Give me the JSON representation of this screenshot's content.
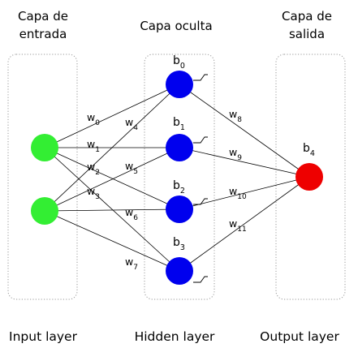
{
  "layers": {
    "input": {
      "title_line1": "Capa de",
      "title_line2": "entrada",
      "label": "Input layer"
    },
    "hidden": {
      "title": "Capa oculta",
      "label": "Hidden layer"
    },
    "output": {
      "title_line1": "Capa de",
      "title_line2": "salida",
      "label": "Output layer"
    }
  },
  "colors": {
    "input_node": "#33ee33",
    "hidden_node": "#0000ee",
    "output_node": "#ee0000"
  },
  "weights": [
    {
      "base": "w",
      "sub": "0"
    },
    {
      "base": "w",
      "sub": "1"
    },
    {
      "base": "w",
      "sub": "2"
    },
    {
      "base": "w",
      "sub": "3"
    },
    {
      "base": "w",
      "sub": "4"
    },
    {
      "base": "w",
      "sub": "5"
    },
    {
      "base": "w",
      "sub": "6"
    },
    {
      "base": "w",
      "sub": "7"
    },
    {
      "base": "w",
      "sub": "8"
    },
    {
      "base": "w",
      "sub": "9"
    },
    {
      "base": "w",
      "sub": "10"
    },
    {
      "base": "w",
      "sub": "11"
    }
  ],
  "biases": [
    {
      "base": "b",
      "sub": "0"
    },
    {
      "base": "b",
      "sub": "1"
    },
    {
      "base": "b",
      "sub": "2"
    },
    {
      "base": "b",
      "sub": "3"
    },
    {
      "base": "b",
      "sub": "4"
    }
  ]
}
